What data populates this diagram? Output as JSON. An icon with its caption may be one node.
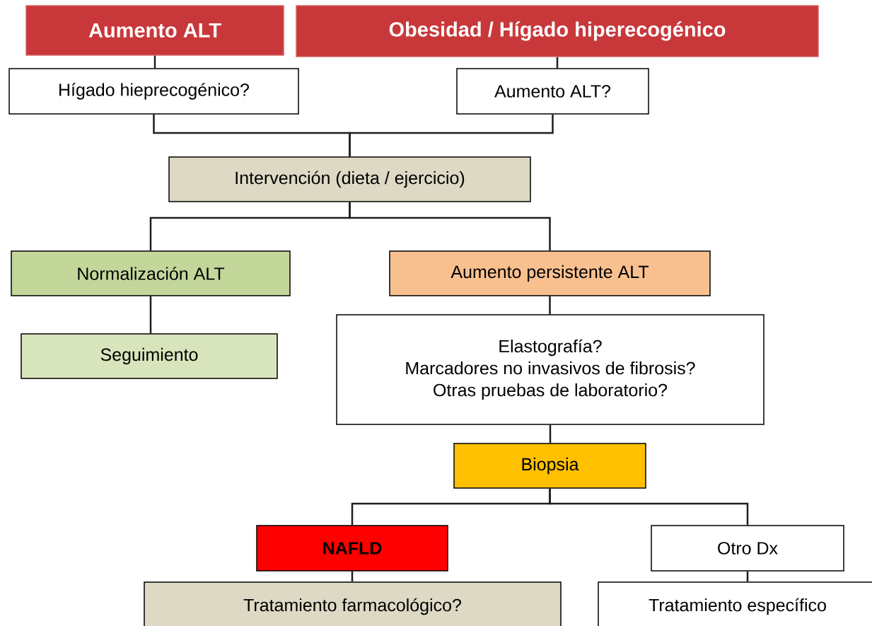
{
  "diagram": {
    "nodes": [
      {
        "text": [
          "Aumento ALT"
        ]
      },
      {
        "text": [
          "Obesidad / Hígado hiperecogénico"
        ]
      },
      {
        "text": [
          "Hígado hieprecogénico?"
        ]
      },
      {
        "text": [
          "Aumento ALT?"
        ]
      },
      {
        "text": [
          "Intervención (dieta / ejercicio)"
        ]
      },
      {
        "text": [
          "Normalización ALT"
        ]
      },
      {
        "text": [
          "Aumento  persistente ALT"
        ]
      },
      {
        "text": [
          "Elastografía?",
          "Marcadores no invasivos de fibrosis?",
          "Otras pruebas de laboratorio?"
        ]
      },
      {
        "text": [
          "Seguimiento"
        ]
      },
      {
        "text": [
          "Biopsia"
        ]
      },
      {
        "text": [
          "NAFLD"
        ]
      },
      {
        "text": [
          "Otro Dx"
        ]
      },
      {
        "text": [
          "Tratamiento farmacológico?"
        ]
      },
      {
        "text": [
          "Tratamiento específico"
        ]
      }
    ],
    "edges": [
      {
        "from": 0,
        "to": 2,
        "arrow": "none"
      },
      {
        "from": 1,
        "to": 3,
        "arrow": "none"
      },
      {
        "from": 2,
        "to": 4,
        "arrow": "none"
      },
      {
        "from": 3,
        "to": 4,
        "arrow": "none"
      },
      {
        "from": 4,
        "to": 5,
        "arrow": "none"
      },
      {
        "from": 4,
        "to": 6,
        "arrow": "none"
      },
      {
        "from": 5,
        "to": 8,
        "arrow": "none"
      },
      {
        "from": 6,
        "to": 7,
        "arrow": "none"
      },
      {
        "from": 7,
        "to": 9,
        "arrow": "none"
      },
      {
        "from": 9,
        "to": 10,
        "arrow": "none"
      },
      {
        "from": 9,
        "to": 11,
        "arrow": "none"
      },
      {
        "from": 10,
        "to": 12,
        "arrow": "none"
      },
      {
        "from": 11,
        "to": 13,
        "arrow": "none"
      }
    ]
  }
}
